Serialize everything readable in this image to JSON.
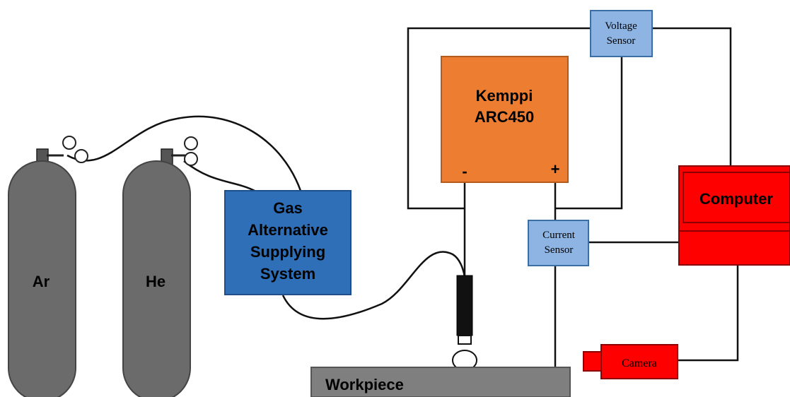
{
  "cylinders": [
    {
      "id": "ar",
      "label": "Ar"
    },
    {
      "id": "he",
      "label": "He"
    }
  ],
  "gas_system": {
    "lines": [
      "Gas",
      "Alternative",
      "Supplying",
      "System"
    ]
  },
  "power_source": {
    "lines": [
      "Kemppi",
      "ARC450"
    ],
    "minus": "-",
    "plus": "+"
  },
  "voltage_sensor": {
    "lines": [
      "Voltage",
      "Sensor"
    ]
  },
  "current_sensor": {
    "lines": [
      "Current",
      "Sensor"
    ]
  },
  "computer": {
    "label": "Computer"
  },
  "camera": {
    "label": "Camera"
  },
  "workpiece": {
    "label": "Workpiece"
  },
  "colors": {
    "cylinder": "#6b6b6b",
    "gas_system": "#2e6fb8",
    "power_source": "#ed7d31",
    "sensor": "#8db4e2",
    "computer": "#ff0000",
    "workpiece": "#7f7f7f"
  }
}
